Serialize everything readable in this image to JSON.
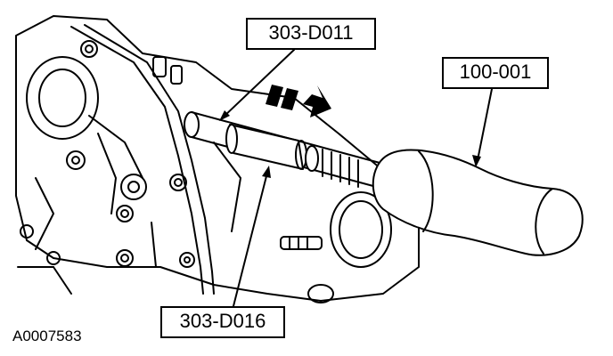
{
  "callouts": {
    "tool_303_d011": "303-D011",
    "tool_100_001": "100-001",
    "tool_303_d016": "303-D016"
  },
  "figure_id": "A0007583",
  "colors": {
    "line": "#000000",
    "background": "#ffffff"
  }
}
